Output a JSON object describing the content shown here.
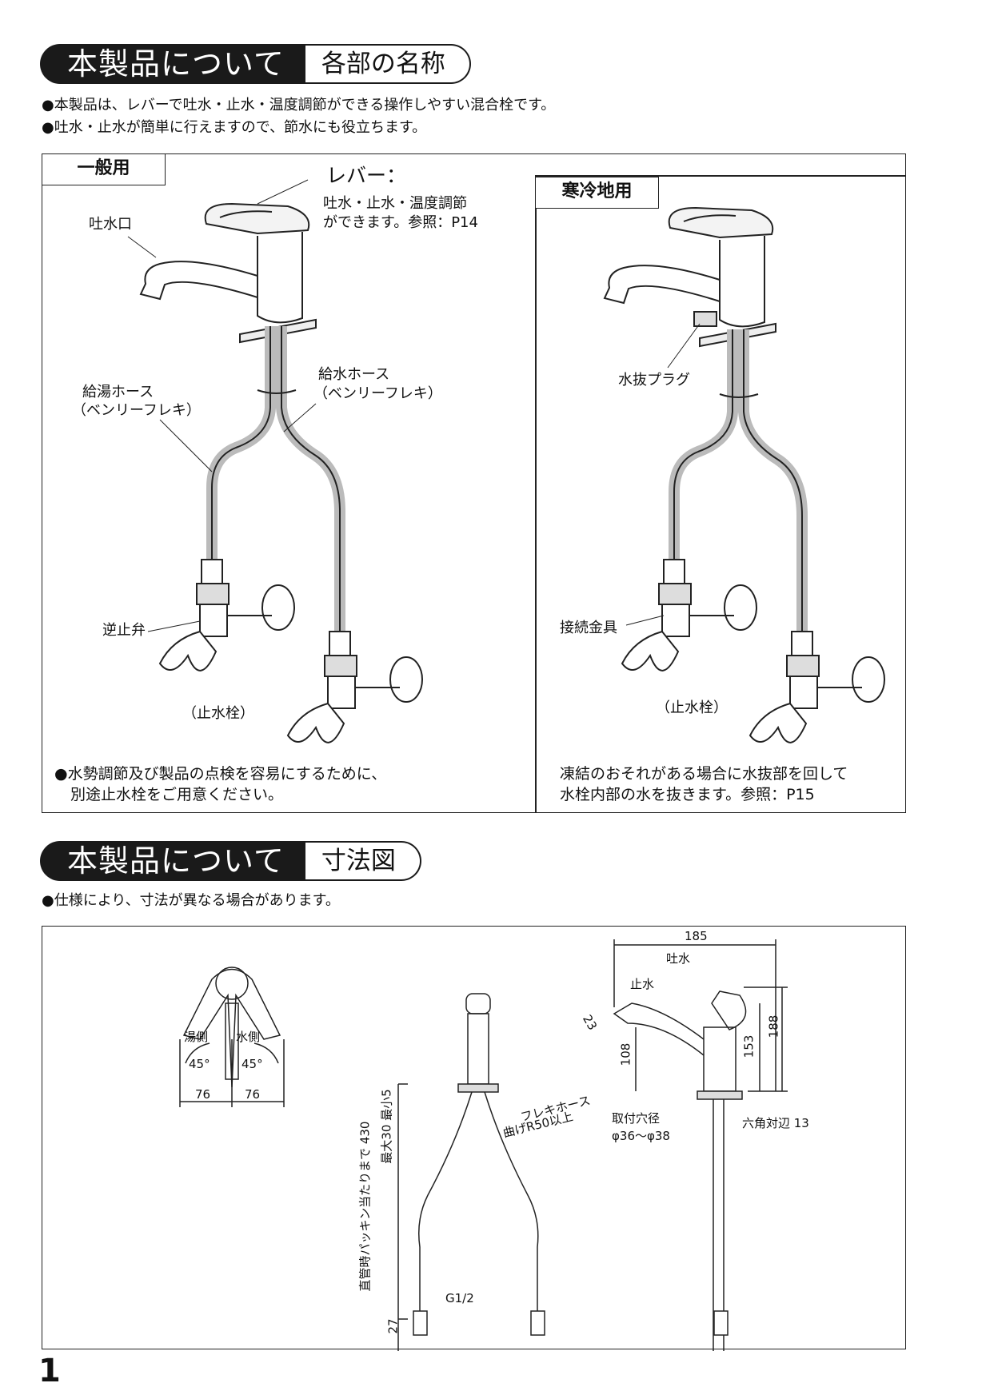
{
  "section1": {
    "title": "本製品について",
    "subtitle": "各部の名称"
  },
  "intro": [
    "●本製品は、レバーで吐水・止水・温度調節ができる操作しやすい混合栓です。",
    "●吐水・止水が簡単に行えますので、節水にも役立ちます。"
  ],
  "general": {
    "tab": "一般用",
    "lever_title": "レバー：",
    "lever_desc": [
      "吐水・止水・温度調節",
      "ができます。参照：P14"
    ],
    "spout": "吐水口",
    "hot_hose": [
      "給湯ホース",
      "（ベンリーフレキ）"
    ],
    "cold_hose": [
      "給水ホース",
      "（ベンリーフレキ）"
    ],
    "check_valve": "逆止弁",
    "stop_valve": "（止水栓）",
    "note": [
      "●水勢調節及び製品の点検を容易にするために、",
      "別途止水栓をご用意ください。"
    ]
  },
  "cold_region": {
    "tab": "寒冷地用",
    "drain_plug": "水抜プラグ",
    "fitting": "接続金具",
    "stop_valve": "（止水栓）",
    "note": [
      "凍結のおそれがある場合に水抜部を回して",
      "水栓内部の水を抜きます。参照：P15"
    ]
  },
  "section2": {
    "title": "本製品について",
    "subtitle": "寸法図"
  },
  "dim_note": "●仕様により、寸法が異なる場合があります。",
  "dims": {
    "hot_side": "湯側",
    "cold_side": "水側",
    "angle_l": "45°",
    "angle_r": "45°",
    "w_l": "76",
    "w_r": "76",
    "flex_hose": "フレキホース",
    "bend": "曲げR50以上",
    "len_430": "直管時パッキン当たりまで 430",
    "max_min": "最大30 最小5",
    "d27": "27",
    "g12": "G1/2",
    "d185": "185",
    "spout_lbl": "吐水",
    "stop_lbl": "止水",
    "d23": "23",
    "d108": "108",
    "d153": "153",
    "d188": "188",
    "hole_lbl": "取付穴径",
    "hole_val": "φ36～φ38",
    "hex": "六角対辺 13"
  },
  "page_number": "1"
}
